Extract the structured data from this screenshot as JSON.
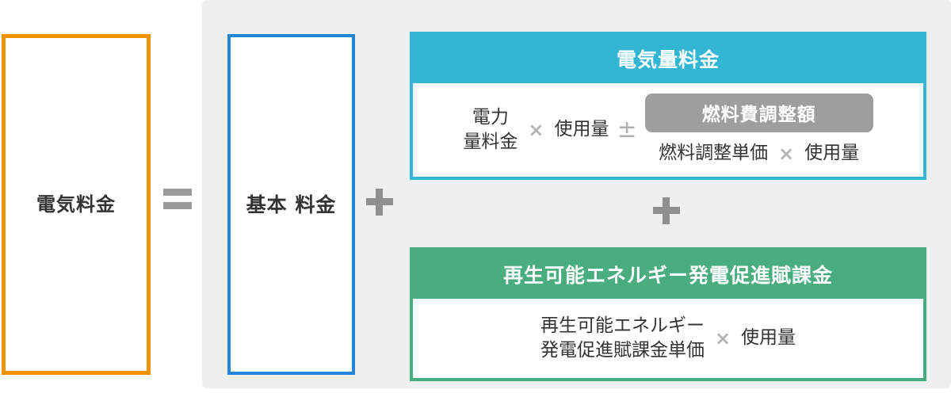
{
  "diagram": {
    "total": {
      "label": "電気料金",
      "border_color": "#f49200"
    },
    "equals_symbol": "=",
    "basic": {
      "label": "基本\n料金",
      "border_color": "#2484d8"
    },
    "plus_symbol_left": "+",
    "plus_symbol_middle": "+",
    "electric_card": {
      "header": "電気量料金",
      "accent_color": "#33b6d4",
      "unit_price": "電力\n量料金",
      "multiply_symbol": "×",
      "usage": "使用量",
      "plus_minus_symbol": "±",
      "fuel": {
        "pill_label": "燃料費調整額",
        "pill_color": "#9e9e9e",
        "unit_price": "燃料調整単価",
        "multiply_symbol": "×",
        "usage": "使用量"
      }
    },
    "renewable_card": {
      "header": "再生可能エネルギー発電促進賦課金",
      "accent_color": "#4aad80",
      "unit_price": "再生可能エネルギー\n発電促進賦課金単価",
      "multiply_symbol": "×",
      "usage": "使用量"
    }
  }
}
